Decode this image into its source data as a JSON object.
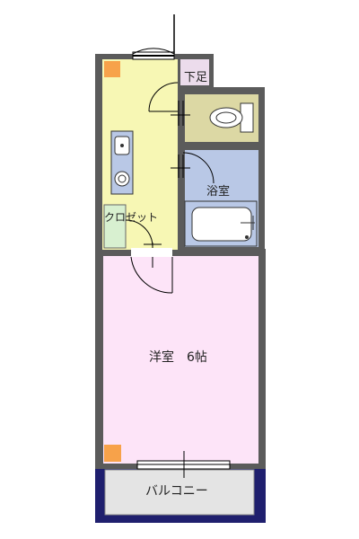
{
  "rooms": {
    "genkan_label": "下足",
    "bath_label": "浴室",
    "closet_label": "クロゼット",
    "western_room_label": "洋室　6帖",
    "balcony_label": "バルコニー"
  },
  "colors": {
    "wall": "#5b5b5b",
    "balcony_frame": "#1f1f6e",
    "kitchen_floor": "#f7f7b4",
    "toilet_floor": "#dcd8a4",
    "bath_floor": "#b9c8e6",
    "closet_floor": "#d8f0d0",
    "western_floor": "#fde4f8",
    "balcony_floor": "#e4e4e4",
    "genkan_floor": "#ecdcec",
    "corner_marker": "#f7a24a"
  }
}
